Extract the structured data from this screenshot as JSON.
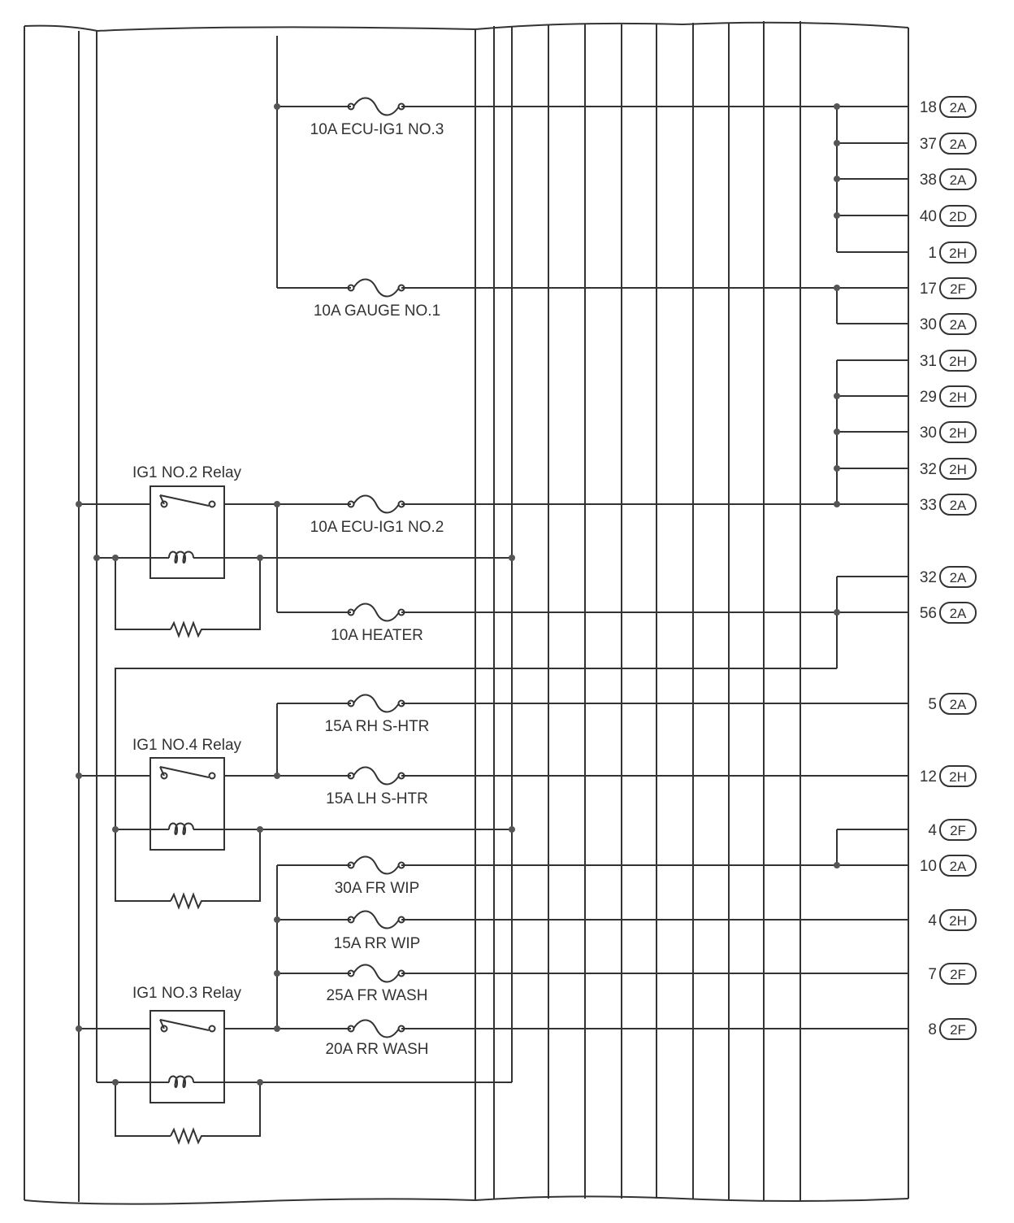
{
  "fuses": [
    {
      "id": "ecu-ig1-no3",
      "label": "10A ECU-IG1 NO.3"
    },
    {
      "id": "gauge-no1",
      "label": "10A GAUGE NO.1"
    },
    {
      "id": "ecu-ig1-no2",
      "label": "10A ECU-IG1 NO.2"
    },
    {
      "id": "heater",
      "label": "10A HEATER"
    },
    {
      "id": "rh-s-htr",
      "label": "15A RH S-HTR"
    },
    {
      "id": "lh-s-htr",
      "label": "15A LH S-HTR"
    },
    {
      "id": "fr-wip",
      "label": "30A FR WIP"
    },
    {
      "id": "rr-wip",
      "label": "15A RR WIP"
    },
    {
      "id": "fr-wash",
      "label": "25A FR WASH"
    },
    {
      "id": "rr-wash",
      "label": "20A RR WASH"
    }
  ],
  "relays": [
    {
      "id": "ig1-no2",
      "label": "IG1 NO.2 Relay"
    },
    {
      "id": "ig1-no4",
      "label": "IG1 NO.4 Relay"
    },
    {
      "id": "ig1-no3",
      "label": "IG1 NO.3 Relay"
    }
  ],
  "terminals": [
    {
      "pin": "18",
      "connector": "2A"
    },
    {
      "pin": "37",
      "connector": "2A"
    },
    {
      "pin": "38",
      "connector": "2A"
    },
    {
      "pin": "40",
      "connector": "2D"
    },
    {
      "pin": "1",
      "connector": "2H"
    },
    {
      "pin": "17",
      "connector": "2F"
    },
    {
      "pin": "30",
      "connector": "2A"
    },
    {
      "pin": "31",
      "connector": "2H"
    },
    {
      "pin": "29",
      "connector": "2H"
    },
    {
      "pin": "30",
      "connector": "2H"
    },
    {
      "pin": "32",
      "connector": "2H"
    },
    {
      "pin": "33",
      "connector": "2A"
    },
    {
      "pin": "32",
      "connector": "2A"
    },
    {
      "pin": "56",
      "connector": "2A"
    },
    {
      "pin": "5",
      "connector": "2A"
    },
    {
      "pin": "12",
      "connector": "2H"
    },
    {
      "pin": "4",
      "connector": "2F"
    },
    {
      "pin": "10",
      "connector": "2A"
    },
    {
      "pin": "4",
      "connector": "2H"
    },
    {
      "pin": "7",
      "connector": "2F"
    },
    {
      "pin": "8",
      "connector": "2F"
    }
  ]
}
